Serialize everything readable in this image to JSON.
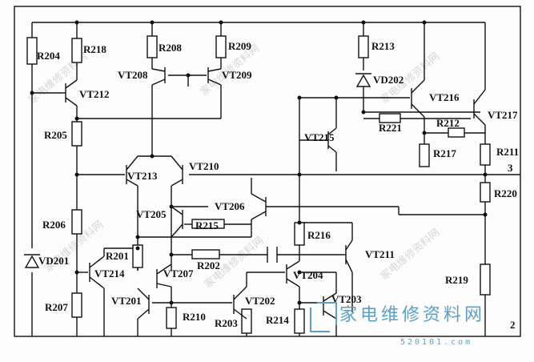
{
  "labels": {
    "r204": "R204",
    "r218": "R218",
    "r208": "R208",
    "r209": "R209",
    "r213": "R213",
    "vt208": "VT208",
    "vt209": "VT209",
    "vd202": "VD202",
    "vt212": "VT212",
    "vt216": "VT216",
    "vt217": "VT217",
    "r221": "R221",
    "r212": "R212",
    "r205": "R205",
    "vt215": "VT215",
    "r211": "R211",
    "r217": "R217",
    "vt213": "VT213",
    "vt210": "VT210",
    "node3": "3",
    "r220": "R220",
    "vt205": "VT205",
    "vt206": "VT206",
    "r206": "R206",
    "r215": "R215",
    "r216": "R216",
    "vd201": "VD201",
    "r201": "R201",
    "vt211": "VT211",
    "r202": "R202",
    "vt214": "VT214",
    "vt207": "VT207",
    "vt204": "VT204",
    "r219": "R219",
    "r207": "R207",
    "vt201": "VT201",
    "vt202": "VT202",
    "vt203": "VT203",
    "r210": "R210",
    "r203": "R203",
    "r214": "R214",
    "node2": "2"
  },
  "watermark": {
    "brand": "家电维修资料网",
    "url": "520101.com",
    "cross": "家电维修资料网"
  },
  "colors": {
    "line": "#111111",
    "watermark": "#5aa0c8"
  }
}
